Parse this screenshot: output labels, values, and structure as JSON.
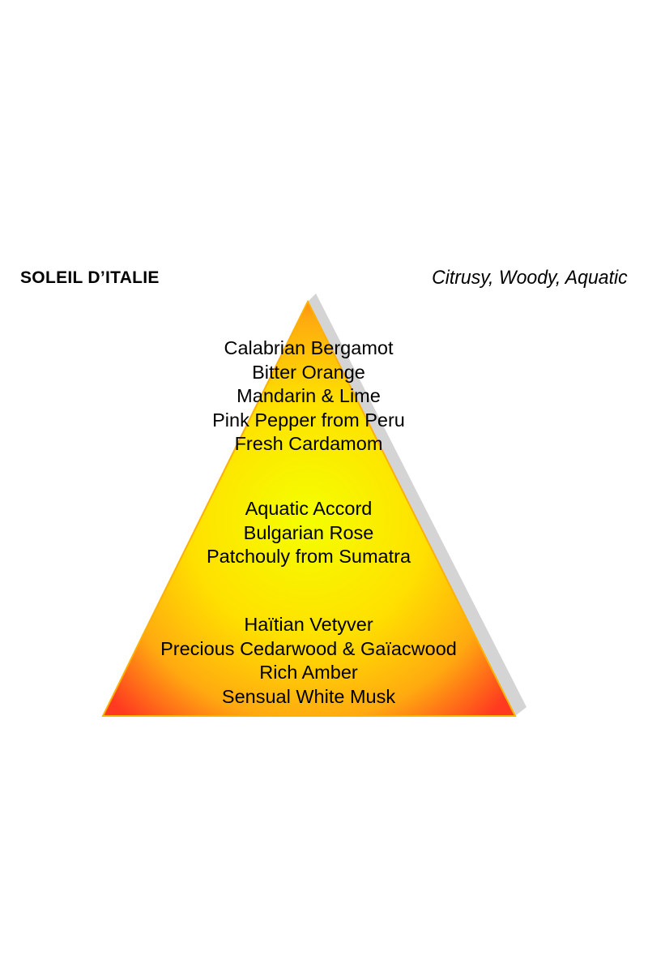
{
  "title": "SOLEIL D’ITALIE",
  "subtitle": "Citrusy, Woody, Aquatic",
  "pyramid": {
    "colors": {
      "center": "#f4ff00",
      "mid": "#ffd200",
      "edge": "#ff9a1a",
      "corner": "#ff3a20",
      "shadow": "#d4d4d4",
      "outline": "#ffb000"
    },
    "top_notes": [
      "Calabrian Bergamot",
      "Bitter Orange",
      "Mandarin & Lime",
      "Pink Pepper from Peru",
      "Fresh Cardamom"
    ],
    "heart_notes": [
      "Aquatic Accord",
      "Bulgarian Rose",
      "Patchouly from Sumatra"
    ],
    "base_notes": [
      "Haïtian Vetyver",
      "Precious Cedarwood & Gaïacwood",
      "Rich Amber",
      "Sensual White Musk"
    ]
  }
}
